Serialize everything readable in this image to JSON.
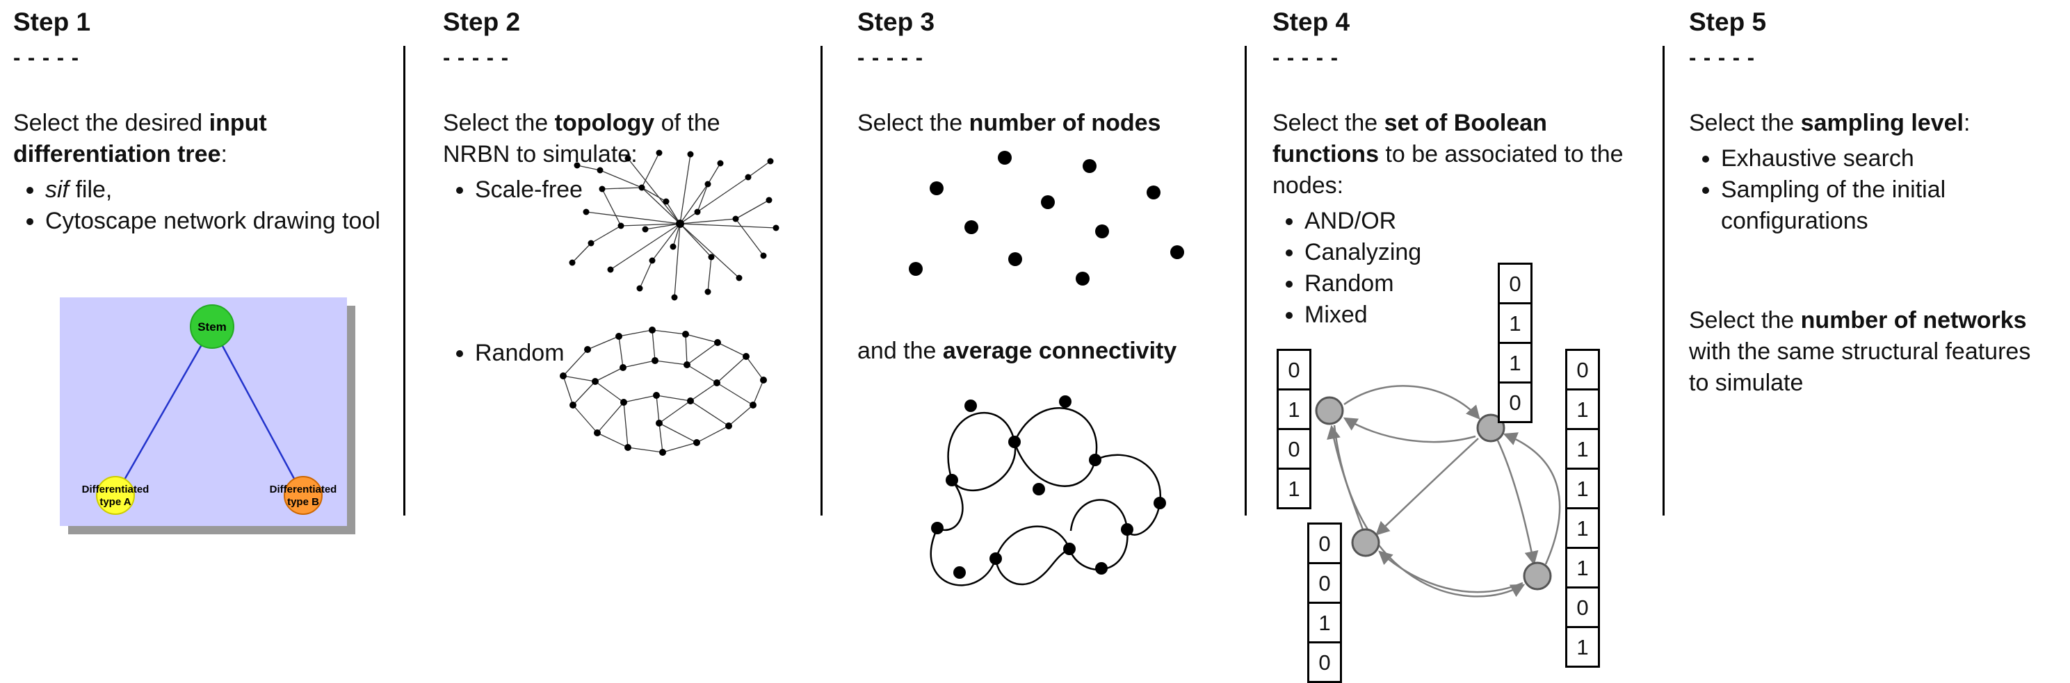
{
  "steps": [
    {
      "title": "Step 1",
      "dashes": "- - - - -",
      "intro": {
        "pre": "Select the desired ",
        "bold": "input differentiation tree",
        "post": ":"
      },
      "bullets": [
        {
          "italic": "sif",
          "rest": " file,"
        },
        {
          "text": "Cytoscape network drawing tool"
        }
      ],
      "tree": {
        "stem_label": "Stem",
        "type_a_line1": "Differentiated",
        "type_a_line2": "type A",
        "type_b_line1": "Differentiated",
        "type_b_line2": "type B",
        "colors": {
          "background": "#ccccff",
          "stem_node": "#33cc33",
          "type_a_node": "#ffff33",
          "type_b_node": "#ff9933",
          "edge": "#2233cc"
        }
      }
    },
    {
      "title": "Step 2",
      "dashes": "- - - - -",
      "intro": {
        "pre": "Select the ",
        "bold": "topology",
        "post": " of the NRBN to simulate:"
      },
      "bullets": [
        {
          "text": "Scale-free"
        },
        {
          "text": "Random"
        }
      ]
    },
    {
      "title": "Step 3",
      "dashes": "- - - - -",
      "intro": {
        "pre": "Select the ",
        "bold": "number of nodes",
        "post": ""
      },
      "connectivity": {
        "pre": "and the ",
        "bold": "average connectivity",
        "post": ""
      }
    },
    {
      "title": "Step 4",
      "dashes": "- - - - -",
      "intro": {
        "pre": "Select the ",
        "bold": "set of Boolean functions",
        "post": " to be associated to the nodes:"
      },
      "bullets": [
        {
          "text": "AND/OR"
        },
        {
          "text": "Canalyzing"
        },
        {
          "text": "Random"
        },
        {
          "text": "Mixed"
        }
      ],
      "truth_tables": {
        "left": [
          "0",
          "1",
          "0",
          "1"
        ],
        "top": [
          "0",
          "1",
          "1",
          "0"
        ],
        "right": [
          "0",
          "1",
          "1",
          "1",
          "1",
          "1",
          "0",
          "1"
        ],
        "bottom": [
          "0",
          "0",
          "1",
          "0"
        ]
      },
      "colors": {
        "node_fill": "#adadad",
        "node_stroke": "#555555",
        "edge": "#7d7d7d"
      }
    },
    {
      "title": "Step 5",
      "dashes": "- - - - -",
      "intro": {
        "pre": "Select the ",
        "bold": "sampling level",
        "post": ":"
      },
      "bullets": [
        {
          "text": "Exhaustive search"
        },
        {
          "text": "Sampling of the initial configurations"
        }
      ],
      "networks": {
        "pre": "Select the ",
        "bold": "number of networks",
        "post": " with the same structural features to simulate"
      }
    }
  ]
}
